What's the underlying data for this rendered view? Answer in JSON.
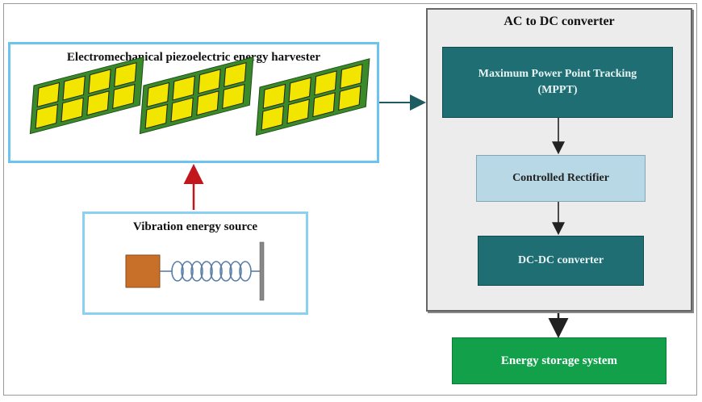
{
  "harvester": {
    "title": "Electromechanical piezoelectric energy harvester"
  },
  "source": {
    "title": "Vibration energy source"
  },
  "converter": {
    "title": "AC  to DC converter",
    "mppt_line1": "Maximum Power Point Tracking",
    "mppt_line2": "(MPPT)",
    "rectifier": "Controlled  Rectifier",
    "dcdc": "DC-DC converter"
  },
  "storage": {
    "label": "Energy storage system"
  },
  "colors": {
    "harvester_border": "#6cc3ee",
    "piezo_cell": "#f2e600",
    "piezo_base": "#3a8a2a",
    "mass": "#c8702a",
    "arrow_red": "#c0161c",
    "teal_block": "#1f6e73",
    "rectifier_block": "#b7d8e4",
    "storage_block": "#12a14a"
  }
}
